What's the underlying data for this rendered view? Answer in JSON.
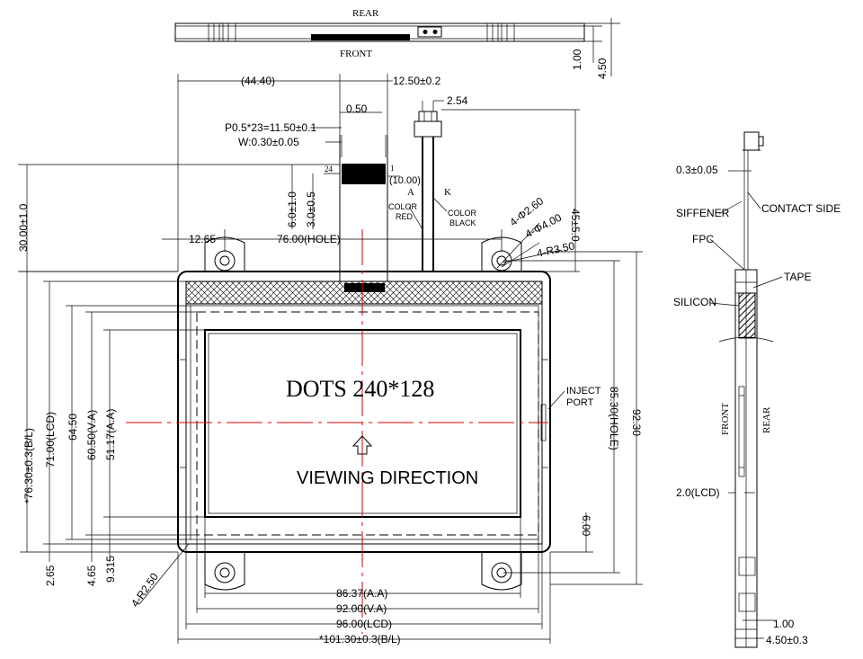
{
  "top_view": {
    "rear": "REAR",
    "front": "FRONT",
    "t100": "1.00",
    "t450": "4.50"
  },
  "dims": {
    "d4440": "(44.40)",
    "d1250": "12.50±0.2",
    "d050": "0.50",
    "d254": "2.54",
    "pitch": "P0.5*23=11.50±0.1",
    "width": "W:0.30±0.05",
    "pin24": "24",
    "pin1": "1",
    "d1000": "(10.00)",
    "h30": "30.00±1.0",
    "d60": "6.0±1.0",
    "d30": "3.0±0.5",
    "d45": "45±5.0",
    "d1265": "12.65",
    "d76": "76.00(HOLE)",
    "hole2": "4-Φ2.60",
    "hole4": "4-Φ4.00",
    "r350": "4-R3.50",
    "h7630": "*76.30±0.3(B/L)",
    "h71": "71.00(LCD)",
    "h6450": "64.50",
    "h6050": "60.50(V.A)",
    "h5117": "51.17(A.A)",
    "h8530": "85.30(HOLE)",
    "h9230": "92.30",
    "h600": "6.00",
    "b265": "2.65",
    "b465": "4.65",
    "b9315": "9.315",
    "r250": "4-R2.50",
    "w8637": "86.37(A.A)",
    "w92": "92.00(V.A)",
    "w96": "96.00(LCD)",
    "w10130": "*101.30±0.3(B/L)"
  },
  "labels": {
    "anode": "A",
    "cathode": "K",
    "color_red": [
      "COLOR",
      "RED"
    ],
    "color_black": [
      "COLOR",
      "BLACK"
    ],
    "dots": "DOTS 240*128",
    "viewing": "VIEWING DIRECTION",
    "inject": [
      "INJECT",
      "PORT"
    ]
  },
  "side_view": {
    "d03": "0.3±0.05",
    "siffener": "SIFFENER",
    "contact": "CONTACT SIDE",
    "fpc": "FPC",
    "tape": "TAPE",
    "silicon": "SILICON",
    "front": "FRONT",
    "rear": "REAR",
    "lcd": "2.0(LCD)",
    "d100": "1.00",
    "d450": "4.50±0.3"
  }
}
